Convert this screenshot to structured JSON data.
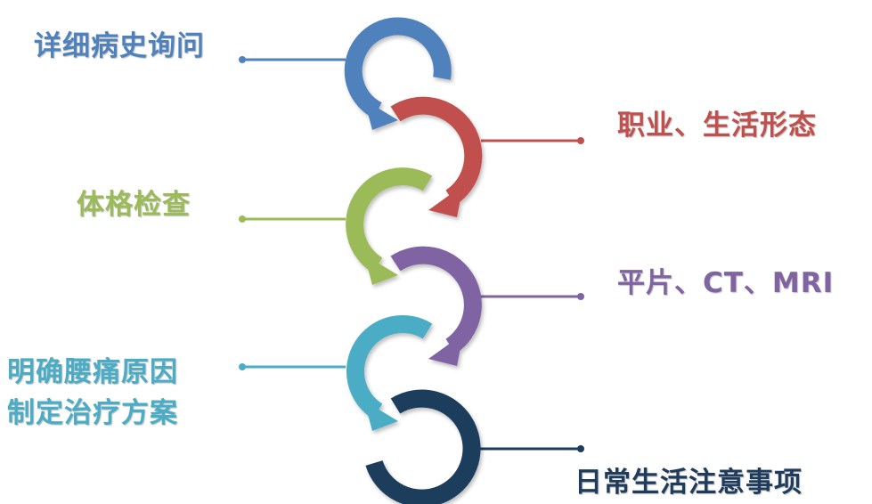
{
  "steps": [
    {
      "label": "详细病史询问",
      "color": "#4f81bd"
    },
    {
      "label": "职业、生活形态",
      "color": "#c0504d"
    },
    {
      "label": "体格检查",
      "color": "#9bbb59"
    },
    {
      "label": "平片、CT、MRI",
      "color": "#8064a2"
    },
    {
      "label_line1": "明确腰痛原因",
      "label_line2": "制定治疗方案",
      "color": "#4bacc6"
    },
    {
      "label": "日常生活注意事项",
      "color": "#1f3c5c"
    }
  ]
}
